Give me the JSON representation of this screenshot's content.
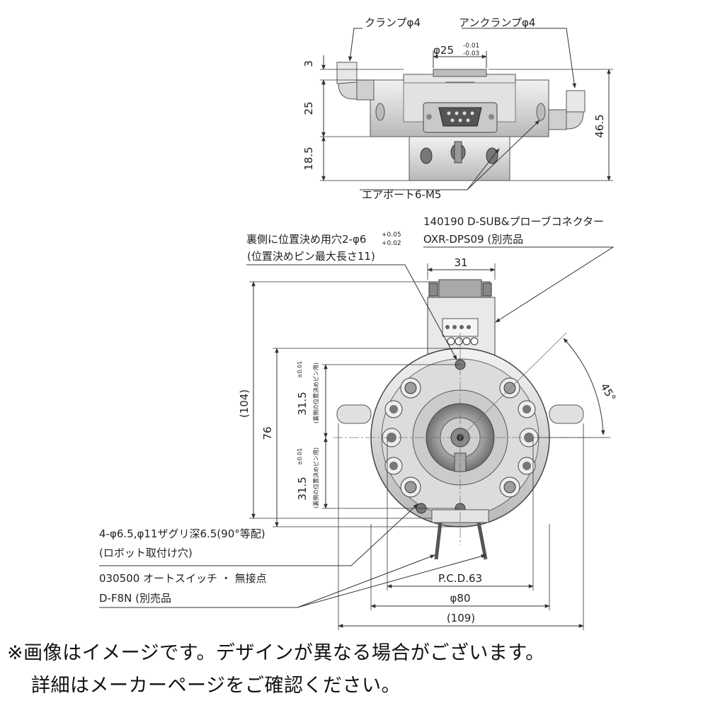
{
  "top_view": {
    "clamp_label": "クランプφ4",
    "unclamp_label": "アンクランプφ4",
    "dia_main": "φ25",
    "dia_tol_upper": "-0.01",
    "dia_tol_lower": "-0.03",
    "dim_3": "3",
    "dim_25": "25",
    "dim_18_5": "18.5",
    "dim_46_5": "46.5",
    "air_port_label": "エアポート6-M5"
  },
  "front_view": {
    "connector_label_line1": "140190 D-SUB&プローブコネクター",
    "connector_label_line2": "OXR-DPS09 (別売品",
    "pin_hole_label_main": "裏側に位置決め用穴2-φ6",
    "pin_hole_tol_upper": "+0.05",
    "pin_hole_tol_lower": "+0.02",
    "pin_hole_label_line2": "(位置決めピン最大長さ11)",
    "dim_31": "31",
    "dim_104": "(104)",
    "dim_76": "76",
    "dim_31_5_a": "31.5",
    "dim_31_5_b": "31.5",
    "tol_001_a": "±0.01",
    "tol_001_b": "±0.01",
    "pin_note_a": "(裏側の位置決めピン用)",
    "pin_note_b": "(裏側の位置決めピン用)",
    "angle_45": "45°",
    "bolt_label_line1": "4-φ6.5,φ11ザグリ深6.5(90°等配)",
    "bolt_label_line2": "(ロボット取付け穴)",
    "switch_label_line1": "030500 オートスイッチ ・ 無接点",
    "switch_label_line2": "D-F8N (別売品",
    "dim_pcd": "P.C.D.63",
    "dim_80": "φ80",
    "dim_109": "(109)"
  },
  "notes": {
    "line1": "※画像はイメージです。デザインが異なる場合がございます。",
    "line2": "詳細はメーカーページをご確認ください。"
  }
}
